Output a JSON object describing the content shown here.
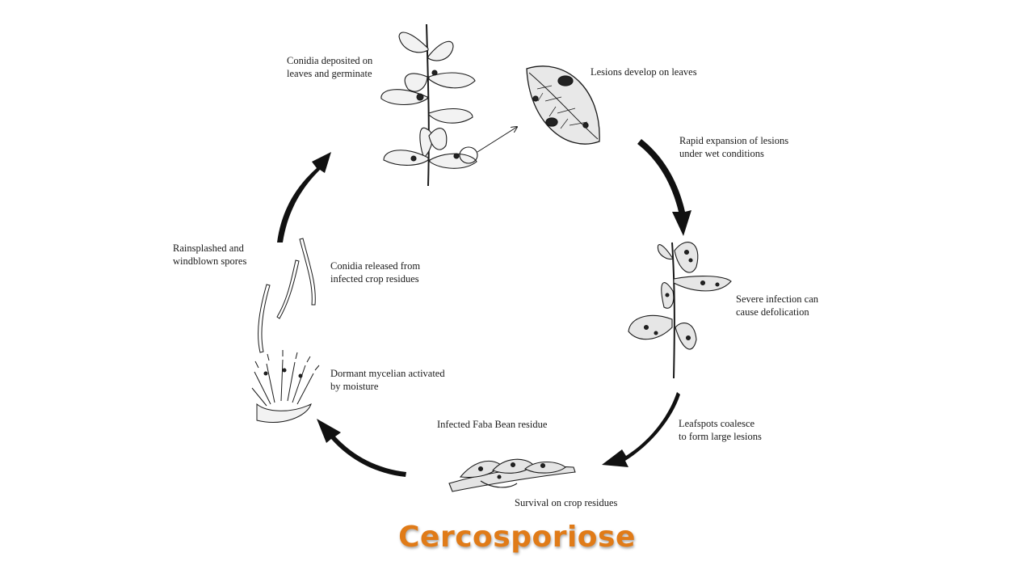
{
  "title": "Cercosporiose",
  "labels": {
    "conidia_deposited": [
      "Conidia deposited on",
      "leaves and germinate"
    ],
    "lesions_develop": [
      "Lesions develop on leaves"
    ],
    "rapid_expansion": [
      "Rapid expansion of lesions",
      "under wet conditions"
    ],
    "severe_infection": [
      "Severe infection can",
      "cause defolication"
    ],
    "leafspots_coalesce": [
      "Leafspots coalesce",
      "to form large lesions"
    ],
    "infected_residue": [
      "Infected Faba Bean residue"
    ],
    "survival": [
      "Survival on crop residues"
    ],
    "dormant_mycelian": [
      "Dormant mycelian activated",
      "by moisture"
    ],
    "conidia_released": [
      "Conidia released from",
      "infected crop residues"
    ],
    "rainsplashed": [
      "Rainsplashed and",
      "windblown spores"
    ]
  },
  "colors": {
    "title": "#e07b18",
    "ink": "#1a1a1a",
    "leaf_fill": "#f2f2f2",
    "spot": "#222222"
  },
  "icons": [
    "plant-sprig-icon",
    "leaf-lesion-icon",
    "defoliated-stem-icon",
    "crop-residue-icon",
    "mycelium-icon",
    "conidia-icon",
    "cycle-arrow-icon",
    "magnify-arrow-icon"
  ]
}
